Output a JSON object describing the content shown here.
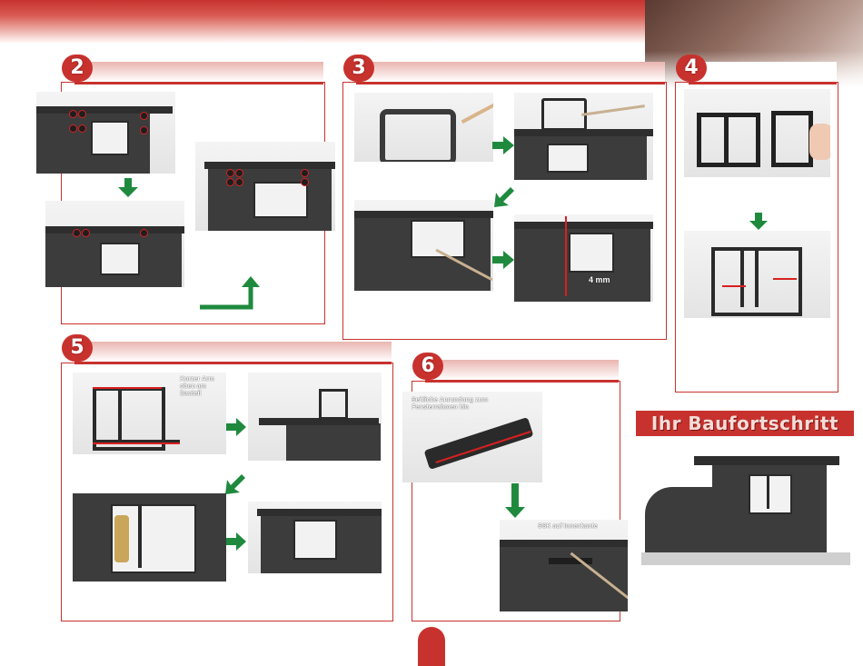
{
  "steps": {
    "s2": {
      "number": "2"
    },
    "s3": {
      "number": "3",
      "measure": "4 mm"
    },
    "s4": {
      "number": "4"
    },
    "s5": {
      "number": "5",
      "note": "Kurzer Arm oben am Bauteil"
    },
    "s6": {
      "number": "6",
      "note_top": "Seitliche Anrundung zum Fensterrahmen hin",
      "note_bottom": "SSK auf Innenkante"
    }
  },
  "progress": {
    "title": "Ihr Baufortschritt"
  },
  "page": {
    "number": ""
  },
  "colors": {
    "accent": "#c8322e",
    "arrow": "#1f8a3e",
    "marker": "#d82020"
  }
}
